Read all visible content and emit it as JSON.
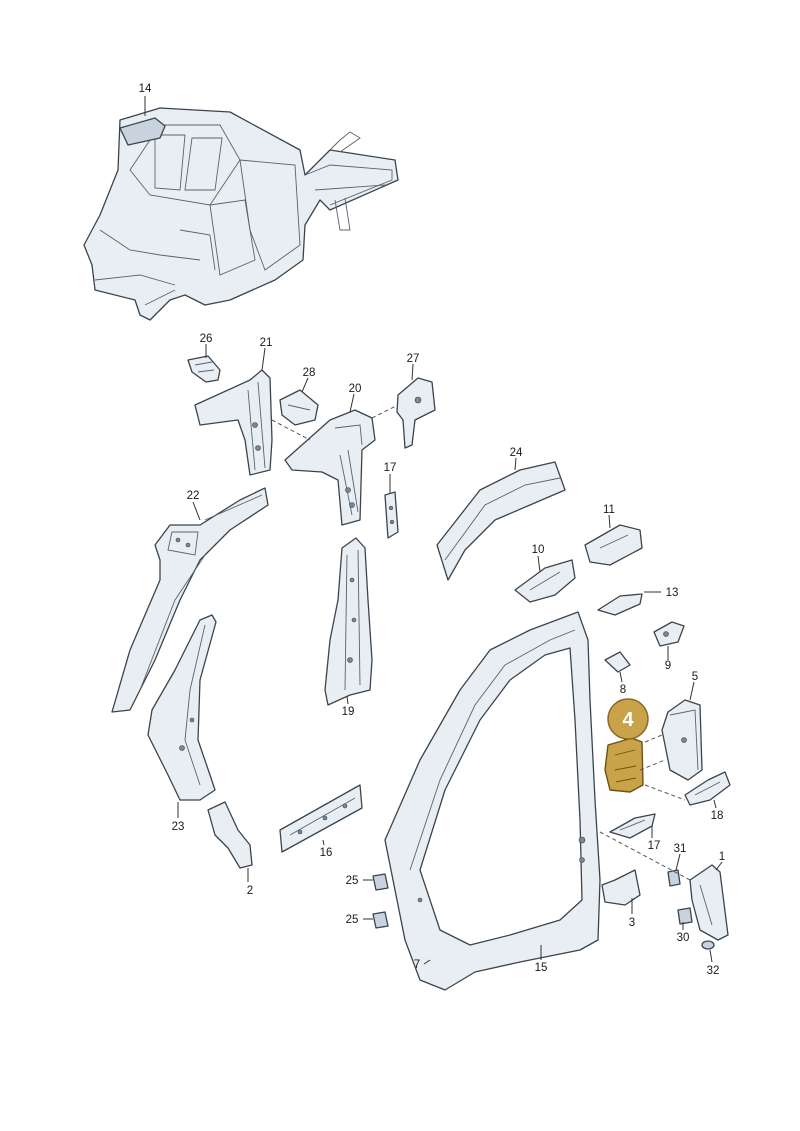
{
  "highlight": {
    "label": "4",
    "color": "#c9a24a"
  },
  "callouts": [
    {
      "id": "14",
      "label": "14"
    },
    {
      "id": "26",
      "label": "26"
    },
    {
      "id": "21",
      "label": "21"
    },
    {
      "id": "28",
      "label": "28"
    },
    {
      "id": "20",
      "label": "20"
    },
    {
      "id": "27",
      "label": "27"
    },
    {
      "id": "17a",
      "label": "17"
    },
    {
      "id": "24",
      "label": "24"
    },
    {
      "id": "22",
      "label": "22"
    },
    {
      "id": "11",
      "label": "11"
    },
    {
      "id": "10",
      "label": "10"
    },
    {
      "id": "13",
      "label": "13"
    },
    {
      "id": "9",
      "label": "9"
    },
    {
      "id": "8",
      "label": "8"
    },
    {
      "id": "5",
      "label": "5"
    },
    {
      "id": "19",
      "label": "19"
    },
    {
      "id": "18",
      "label": "18"
    },
    {
      "id": "23",
      "label": "23"
    },
    {
      "id": "17b",
      "label": "17"
    },
    {
      "id": "16",
      "label": "16"
    },
    {
      "id": "31",
      "label": "31"
    },
    {
      "id": "1",
      "label": "1"
    },
    {
      "id": "2",
      "label": "2"
    },
    {
      "id": "25a",
      "label": "25"
    },
    {
      "id": "25b",
      "label": "25"
    },
    {
      "id": "3",
      "label": "3"
    },
    {
      "id": "30",
      "label": "30"
    },
    {
      "id": "7",
      "label": "7"
    },
    {
      "id": "15",
      "label": "15"
    },
    {
      "id": "32",
      "label": "32"
    }
  ]
}
